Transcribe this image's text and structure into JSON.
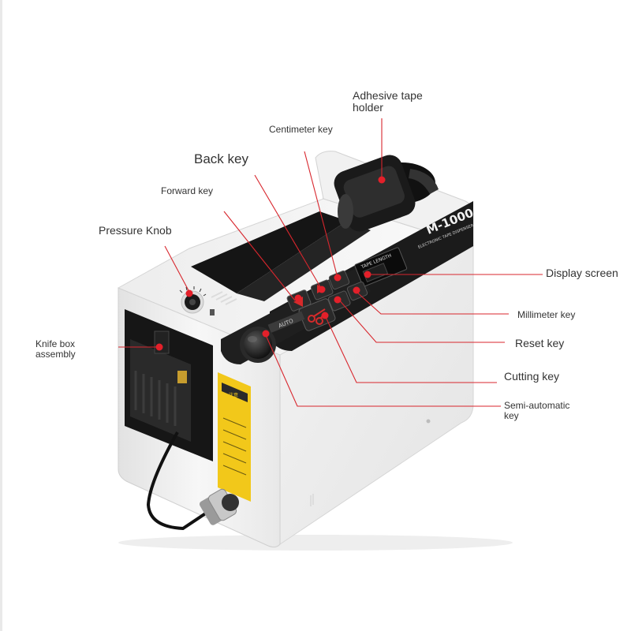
{
  "labels": {
    "adhesive_tape_holder": "Adhesive tape\nholder",
    "centimeter_key": "Centimeter key",
    "back_key": "Back key",
    "forward_key": "Forward key",
    "pressure_knob": "Pressure Knob",
    "display_screen": "Display screen",
    "millimeter_key": "Millimeter key",
    "knife_box_assembly": "Knife box\nassembly",
    "reset_key": "Reset key",
    "cutting_key": "Cutting key",
    "semi_automatic_key": "Semi-automatic\nkey"
  },
  "device": {
    "model_badge": "M-1000",
    "brand_text": "ELECTRONIC TAPE DISPENSER",
    "display_header": "TAPE LENGTH",
    "auto_label": "AUTO",
    "warning_title": "注意"
  },
  "colors": {
    "leader_line": "#d8262d",
    "marker_dot": "#e3202a",
    "body_white": "#f4f4f4",
    "panel_black": "#1c1c1c",
    "warning_yellow": "#f2c81a"
  },
  "icons": {
    "cut_key": "scissors-icon",
    "forward_key": "arrow-left-icon",
    "back_key": "arrow-right-icon"
  }
}
